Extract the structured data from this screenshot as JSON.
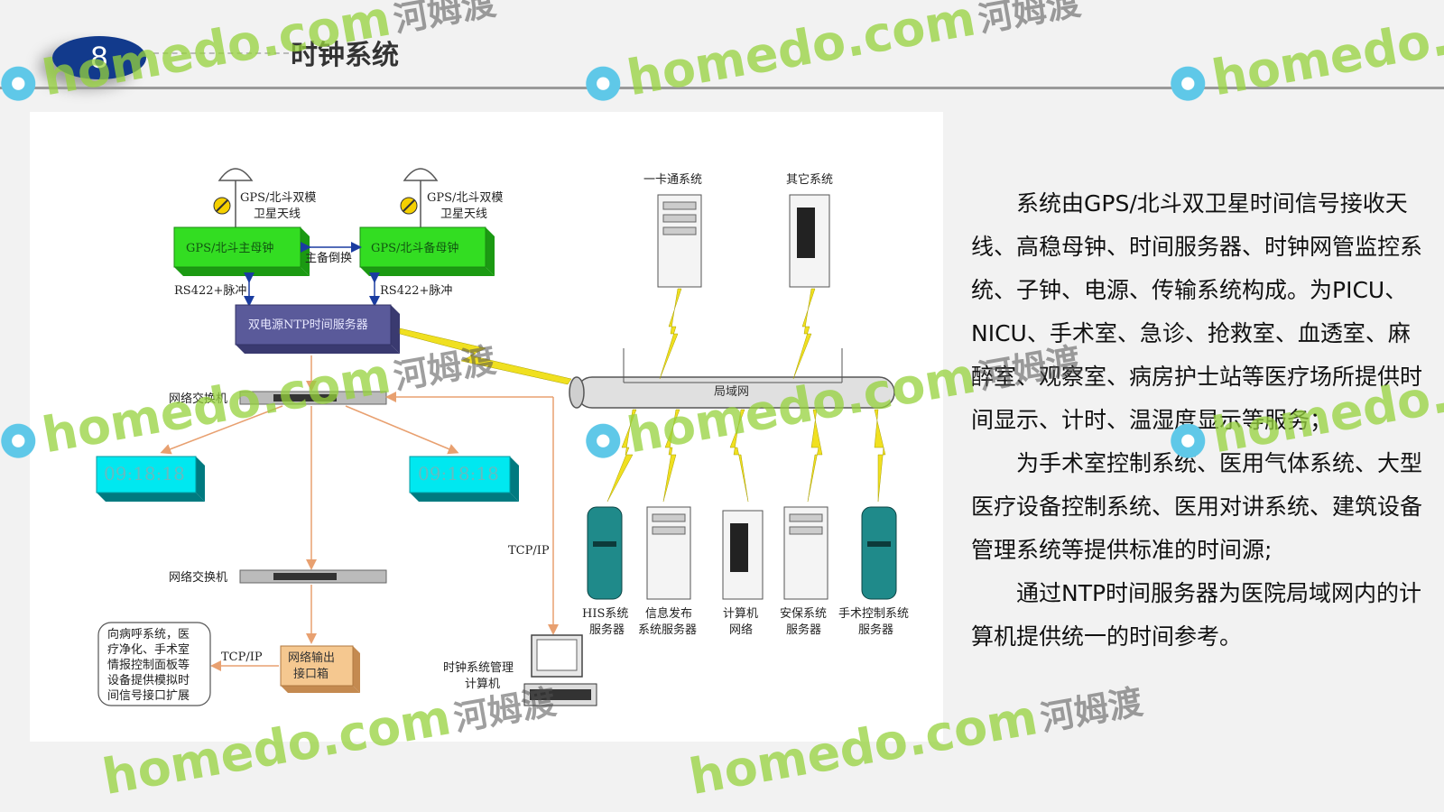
{
  "header": {
    "number": "8",
    "title": "时钟系统"
  },
  "diagram": {
    "antenna_label_1": [
      "GPS/北斗双模",
      "卫星天线"
    ],
    "antenna_label_2": [
      "GPS/北斗双模",
      "卫星天线"
    ],
    "master_clock": "GPS/北斗主母钟",
    "backup_clock": "GPS/北斗备母钟",
    "switch_label": "主备倒换",
    "rs422_1": "RS422+脉冲",
    "rs422_2": "RS422+脉冲",
    "ntp_server": "双电源NTP时间服务器",
    "network_switch_1": "网络交换机",
    "network_switch_2": "网络交换机",
    "clock_1_time": "09:18:18",
    "clock_2_time": "09:18:18",
    "tcpip_right": "TCP/IP",
    "tcpip_left": "TCP/IP",
    "interface_box": [
      "网络输出",
      "接口箱"
    ],
    "expansion_note": [
      "向病呼系统，医",
      "疗净化、手术室",
      "情报控制面板等",
      "设备提供模拟时",
      "间信号接口扩展"
    ],
    "mgmt_computer": [
      "时钟系统管理",
      "计算机"
    ],
    "lan_label": "局域网",
    "card_system": "一卡通系统",
    "other_system": "其它系统",
    "bottom_devices": [
      {
        "label": [
          "HIS系统",
          "服务器"
        ]
      },
      {
        "label": [
          "信息发布",
          "系统服务器"
        ]
      },
      {
        "label": [
          "计算机",
          "网络"
        ]
      },
      {
        "label": [
          "安保系统",
          "服务器"
        ]
      },
      {
        "label": [
          "手术控制系统",
          "服务器"
        ]
      }
    ]
  },
  "description": {
    "paragraphs": [
      "系统由GPS/北斗双卫星时间信号接收天线、高稳母钟、时间服务器、时钟网管监控系统、子钟、电源、传输系统构成。为PICU、NICU、手术室、急诊、抢救室、血透室、麻醉室、观察室、病房护士站等医疗场所提供时间显示、计时、温湿度显示等服务；",
      "为手术室控制系统、医用气体系统、大型医疗设备控制系统、医用对讲系统、建筑设备管理系统等提供标准的时间源;",
      "通过NTP时间服务器为医院局域网内的计算机提供统一的时间参考。"
    ]
  },
  "watermark": {
    "text_en": "homedo.com",
    "text_cn": "河姆渡"
  },
  "colors": {
    "badge": "#123a8c",
    "clock_green": "#33dd22",
    "server_purple": "#5a5a9a",
    "display_cyan": "#00e8f0",
    "interface_orange": "#f5c890",
    "link_yellow": "#f0e020",
    "wire_orange": "#e8a070"
  }
}
